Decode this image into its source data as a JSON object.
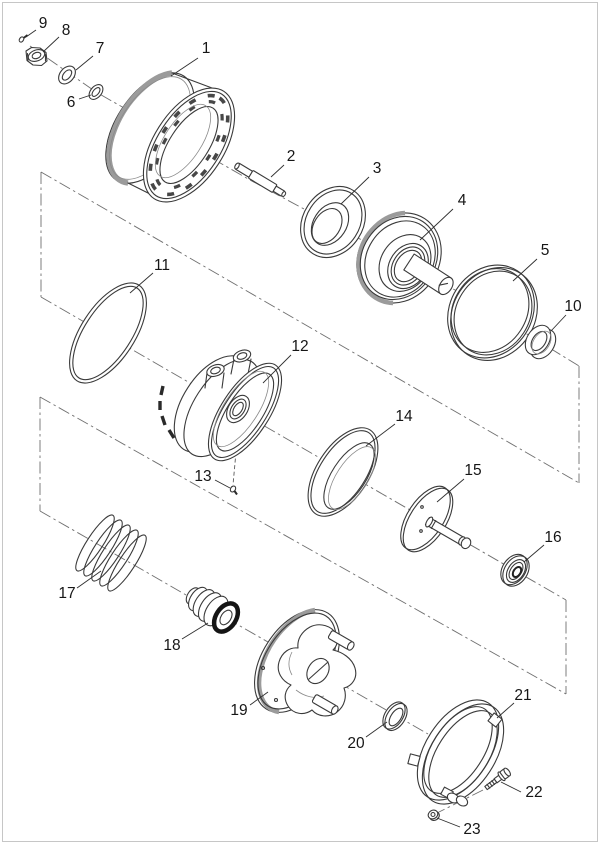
{
  "figure": {
    "kind": "exploded-parts-diagram",
    "background_color": "#ffffff",
    "frame_color": "#c6c6c6",
    "line_color": "#3a3a3a",
    "centerline_color": "#6f6f6f",
    "callout_color": "#161616"
  },
  "callouts": [
    {
      "label": "1"
    },
    {
      "label": "2"
    },
    {
      "label": "3"
    },
    {
      "label": "4"
    },
    {
      "label": "5"
    },
    {
      "label": "6"
    },
    {
      "label": "7"
    },
    {
      "label": "8"
    },
    {
      "label": "9"
    },
    {
      "label": "10"
    },
    {
      "label": "11"
    },
    {
      "label": "12"
    },
    {
      "label": "13"
    },
    {
      "label": "14"
    },
    {
      "label": "15"
    },
    {
      "label": "16"
    },
    {
      "label": "17"
    },
    {
      "label": "18"
    },
    {
      "label": "19"
    },
    {
      "label": "20"
    },
    {
      "label": "21"
    },
    {
      "label": "22"
    },
    {
      "label": "23"
    }
  ]
}
